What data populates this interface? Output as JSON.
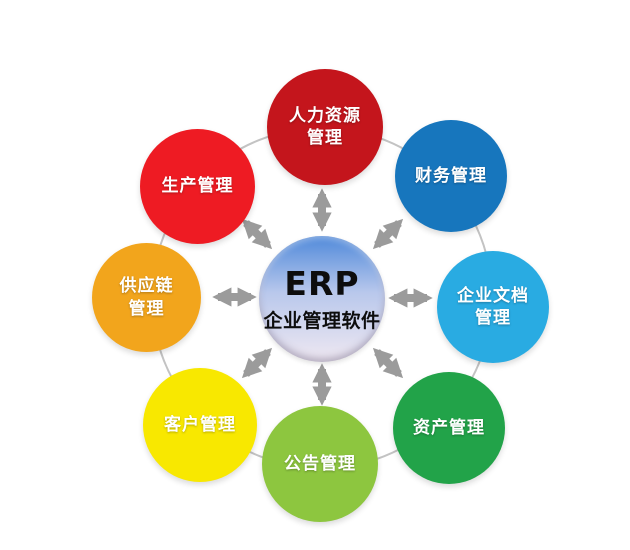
{
  "diagram": {
    "center": {
      "title": "ERP",
      "subtitle": "企业管理软件",
      "text_color": "#0d0d0d",
      "gradient_top": "#4f89da",
      "gradient_mid": "#b9c8ec",
      "gradient_bottom": "#efe8f1"
    },
    "nodes": [
      {
        "id": "human-resources",
        "label": "人力资源\n管理",
        "color": "#c4151c"
      },
      {
        "id": "finance",
        "label": "财务管理",
        "color": "#1776bd"
      },
      {
        "id": "enterprise-docs",
        "label": "企业文档\n管理",
        "color": "#29abe2"
      },
      {
        "id": "assets",
        "label": "资产管理",
        "color": "#22a349"
      },
      {
        "id": "announcements",
        "label": "公告管理",
        "color": "#8dc63f"
      },
      {
        "id": "customers",
        "label": "客户管理",
        "color": "#f8e800"
      },
      {
        "id": "supply-chain",
        "label": "供应链\n管理",
        "color": "#f2a51c"
      },
      {
        "id": "production",
        "label": "生产管理",
        "color": "#ee1b23"
      }
    ],
    "label_color": "#ffffff",
    "connectors": {
      "arrow_color": "#9b9b9b",
      "ring_color": "#c3c3c3"
    }
  }
}
